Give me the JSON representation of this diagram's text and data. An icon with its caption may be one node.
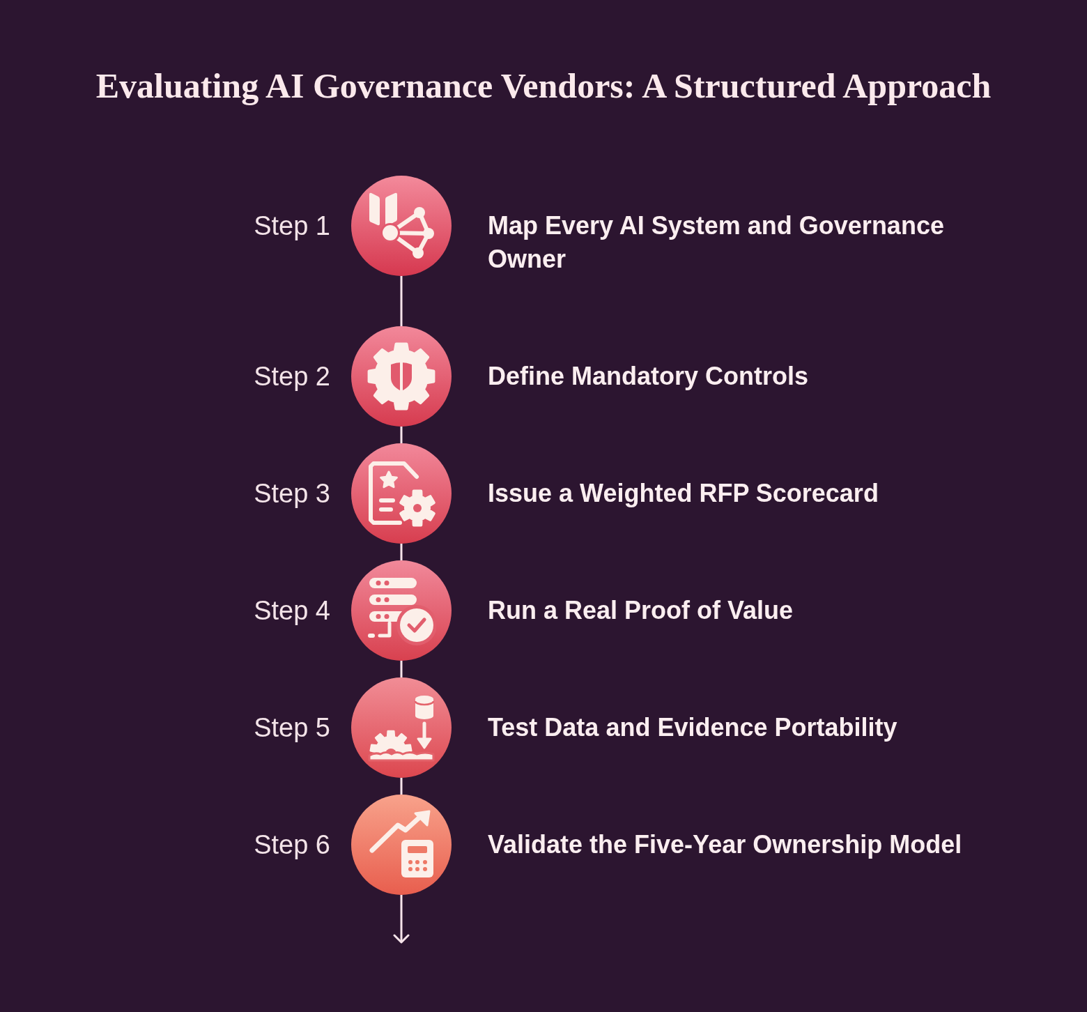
{
  "diagram": {
    "title": "Evaluating AI Governance Vendors: A Structured Approach",
    "nodes": [
      {
        "text": [],
        "shape": "circle",
        "beside": [
          "Step 1",
          "Map Every AI System and Governance Owner"
        ]
      },
      {
        "text": [],
        "shape": "circle",
        "beside": [
          "Step 2",
          "Define Mandatory Controls"
        ]
      },
      {
        "text": [],
        "shape": "circle",
        "beside": [
          "Step 3",
          "Issue a Weighted RFP Scorecard"
        ]
      },
      {
        "text": [],
        "shape": "circle",
        "beside": [
          "Step 4",
          "Run a Real Proof of Value"
        ]
      },
      {
        "text": [],
        "shape": "circle",
        "beside": [
          "Step 5",
          "Test Data and Evidence Portability"
        ]
      },
      {
        "text": [],
        "shape": "circle",
        "beside": [
          "Step 6",
          "Validate the Five-Year Ownership Model"
        ]
      }
    ],
    "edges": [
      {
        "from": 0,
        "to": 1,
        "arrow": "none"
      },
      {
        "from": 1,
        "to": 2,
        "arrow": "none"
      },
      {
        "from": 2,
        "to": 3,
        "arrow": "none"
      },
      {
        "from": 3,
        "to": 4,
        "arrow": "none"
      },
      {
        "from": 4,
        "to": 5,
        "arrow": "none"
      },
      {
        "from": 5,
        "to": null,
        "arrow": "to"
      }
    ]
  }
}
